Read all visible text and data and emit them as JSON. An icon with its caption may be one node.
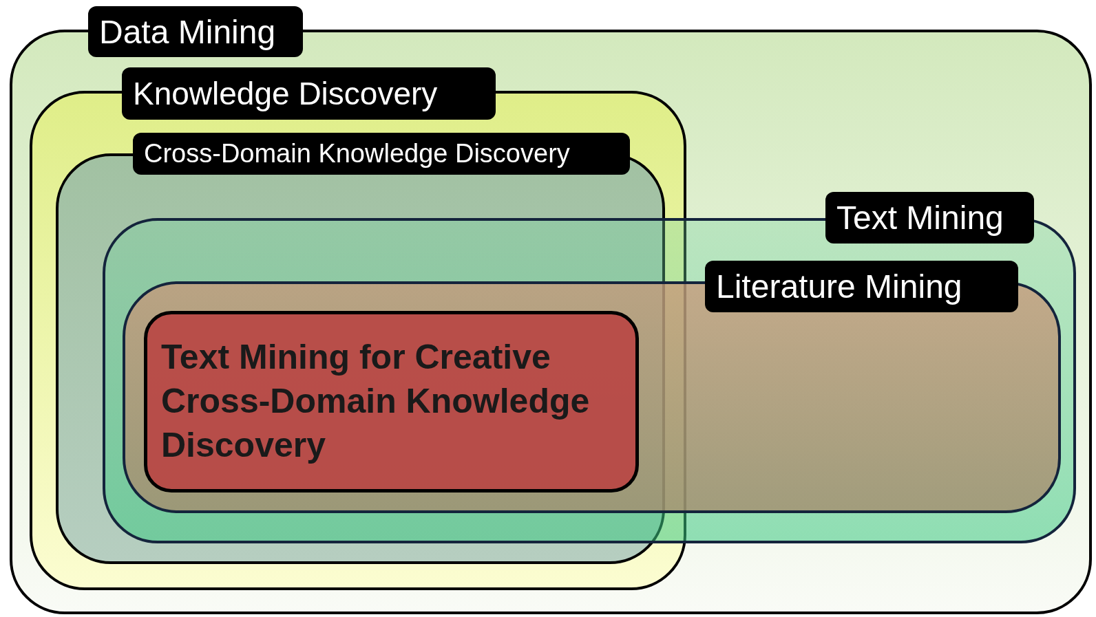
{
  "diagram": {
    "nodes": [
      {
        "text": [
          "Data Mining"
        ]
      },
      {
        "text": [
          "Knowledge Discovery"
        ],
        "in": 0
      },
      {
        "text": [
          "Cross-Domain Knowledge Discovery"
        ],
        "in": 1
      },
      {
        "text": [
          "Text Mining"
        ],
        "in": 0
      },
      {
        "text": [
          "Literature Mining"
        ],
        "in": 3
      },
      {
        "text": [
          "Text Mining for Creative Cross-Domain Knowledge Discovery"
        ]
      }
    ]
  }
}
